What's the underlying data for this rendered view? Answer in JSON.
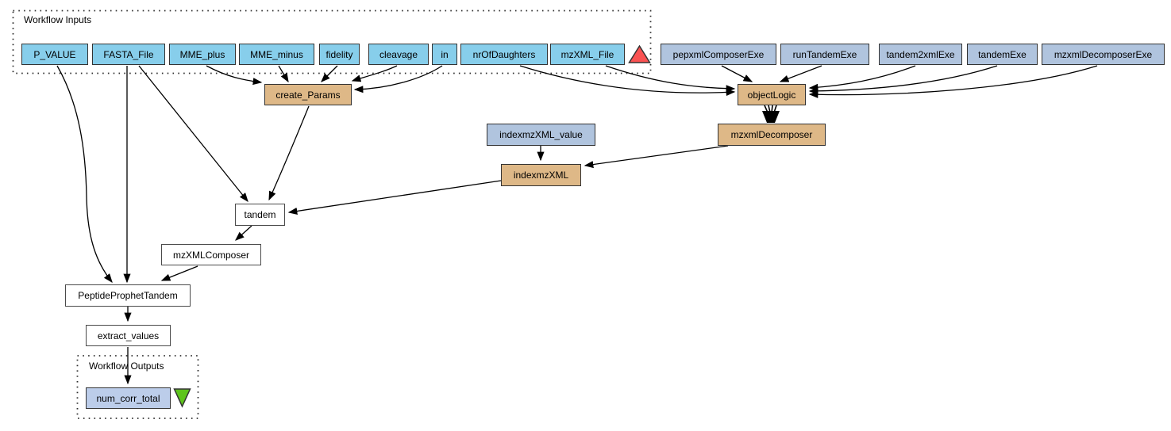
{
  "groups": {
    "inputs": {
      "label": "Workflow Inputs"
    },
    "outputs": {
      "label": "Workflow Outputs"
    }
  },
  "nodes": {
    "p_value": {
      "label": "P_VALUE",
      "type": "workflow-input"
    },
    "fasta_file": {
      "label": "FASTA_File",
      "type": "workflow-input"
    },
    "mme_plus": {
      "label": "MME_plus",
      "type": "workflow-input"
    },
    "mme_minus": {
      "label": "MME_minus",
      "type": "workflow-input"
    },
    "fidelity": {
      "label": "fidelity",
      "type": "workflow-input"
    },
    "cleavage": {
      "label": "cleavage",
      "type": "workflow-input"
    },
    "in": {
      "label": "in",
      "type": "workflow-input"
    },
    "nr_of_daughters": {
      "label": "nrOfDaughters",
      "type": "workflow-input"
    },
    "mzxml_file": {
      "label": "mzXML_File",
      "type": "workflow-input"
    },
    "pepxml_composer_exe": {
      "label": "pepxmlComposerExe",
      "type": "constant"
    },
    "run_tandem_exe": {
      "label": "runTandemExe",
      "type": "constant"
    },
    "tandem2xml_exe": {
      "label": "tandem2xmlExe",
      "type": "constant"
    },
    "tandem_exe": {
      "label": "tandemExe",
      "type": "constant"
    },
    "mzxml_decomposer_exe": {
      "label": "mzxmlDecomposerExe",
      "type": "constant"
    },
    "create_params": {
      "label": "create_Params",
      "type": "service"
    },
    "object_logic": {
      "label": "objectLogic",
      "type": "service"
    },
    "mzxml_decomposer": {
      "label": "mzxmlDecomposer",
      "type": "service"
    },
    "indexmzxml_value": {
      "label": "indexmzXML_value",
      "type": "constant"
    },
    "indexmzxml": {
      "label": "indexmzXML",
      "type": "service"
    },
    "tandem": {
      "label": "tandem",
      "type": "processor"
    },
    "mzxml_composer": {
      "label": "mzXMLComposer",
      "type": "processor"
    },
    "peptide_prophet_tandem": {
      "label": "PeptideProphetTandem",
      "type": "processor"
    },
    "extract_values": {
      "label": "extract_values",
      "type": "processor"
    },
    "num_corr_total": {
      "label": "num_corr_total",
      "type": "workflow-output"
    }
  },
  "edges": [
    {
      "from": "P_VALUE",
      "to": "PeptideProphetTandem"
    },
    {
      "from": "FASTA_File",
      "to": "PeptideProphetTandem"
    },
    {
      "from": "FASTA_File",
      "to": "tandem"
    },
    {
      "from": "MME_plus",
      "to": "create_Params"
    },
    {
      "from": "MME_minus",
      "to": "create_Params"
    },
    {
      "from": "fidelity",
      "to": "create_Params"
    },
    {
      "from": "cleavage",
      "to": "create_Params"
    },
    {
      "from": "in",
      "to": "create_Params"
    },
    {
      "from": "nrOfDaughters",
      "to": "objectLogic"
    },
    {
      "from": "mzXML_File",
      "to": "objectLogic"
    },
    {
      "from": "pepxmlComposerExe",
      "to": "objectLogic"
    },
    {
      "from": "runTandemExe",
      "to": "objectLogic"
    },
    {
      "from": "tandem2xmlExe",
      "to": "objectLogic"
    },
    {
      "from": "tandemExe",
      "to": "objectLogic"
    },
    {
      "from": "mzxmlDecomposerExe",
      "to": "objectLogic"
    },
    {
      "from": "objectLogic",
      "to": "mzxmlDecomposer",
      "bundle": 4
    },
    {
      "from": "mzxmlDecomposer",
      "to": "indexmzXML"
    },
    {
      "from": "indexmzXML_value",
      "to": "indexmzXML"
    },
    {
      "from": "indexmzXML",
      "to": "tandem"
    },
    {
      "from": "create_Params",
      "to": "tandem"
    },
    {
      "from": "tandem",
      "to": "mzXMLComposer"
    },
    {
      "from": "mzXMLComposer",
      "to": "PeptideProphetTandem"
    },
    {
      "from": "PeptideProphetTandem",
      "to": "extract_values"
    },
    {
      "from": "extract_values",
      "to": "num_corr_total"
    }
  ],
  "markers": {
    "input_port": "red-up-triangle",
    "output_port": "green-down-triangle"
  },
  "colors": {
    "workflow_input_fill": "#87ceeb",
    "constant_fill": "#b0c4de",
    "service_fill": "#deb887",
    "processor_fill": "#ffffff",
    "workflow_output_fill": "#bccdea",
    "edge_stroke": "#000000",
    "input_marker_red": "#fa5252",
    "output_marker_green": "#5ec41c",
    "background": "#ffffff"
  }
}
